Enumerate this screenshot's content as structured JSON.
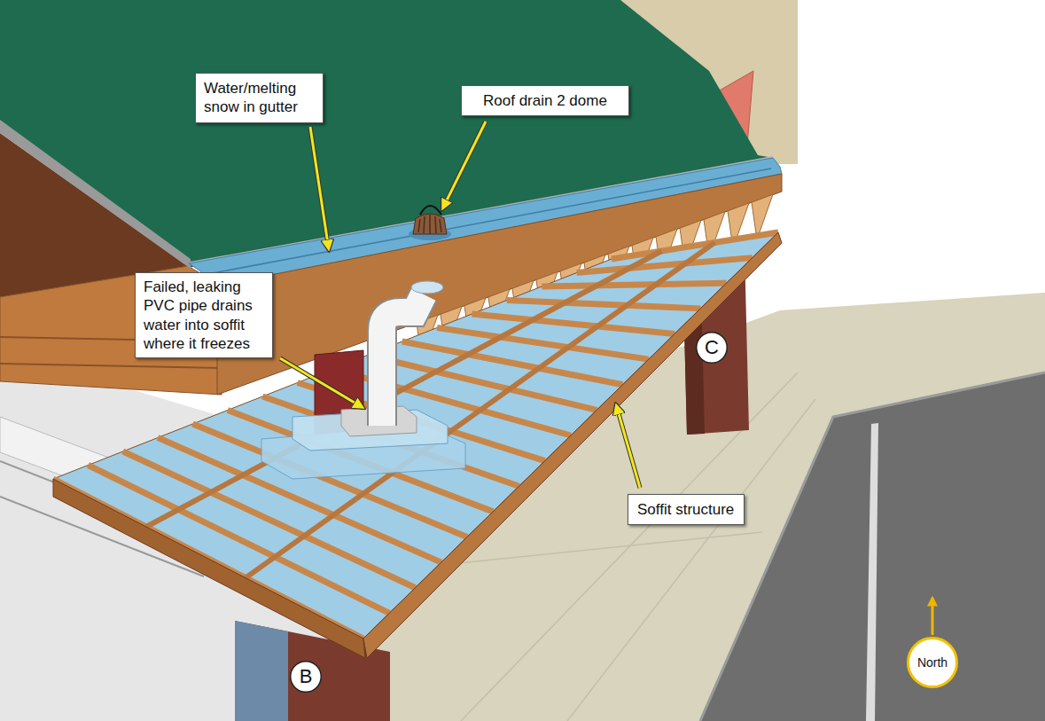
{
  "diagram": {
    "nodes": [
      {
        "text": [
          "Water/melting snow in gutter"
        ]
      },
      {
        "text": [
          "Roof drain 2 dome"
        ]
      },
      {
        "text": [
          "Failed, leaking PVC pipe drains water into soffit where it freezes"
        ]
      },
      {
        "text": [
          "Soffit structure"
        ]
      },
      {
        "text": [
          "B"
        ]
      },
      {
        "text": [
          "C"
        ]
      },
      {
        "text": [
          "North"
        ]
      }
    ]
  }
}
